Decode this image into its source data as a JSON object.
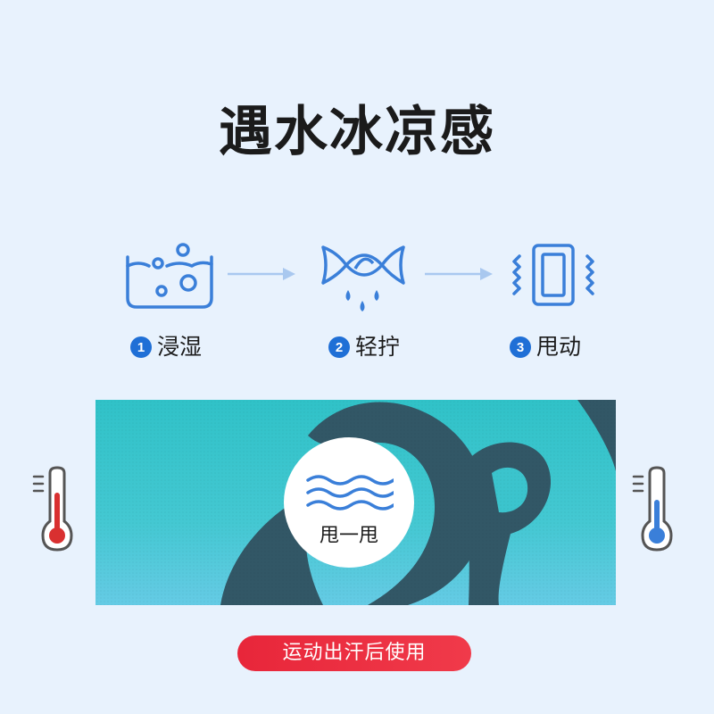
{
  "title": "遇水冰凉感",
  "steps": [
    {
      "num": "1",
      "label": "浸湿",
      "icon": "basin-water-icon"
    },
    {
      "num": "2",
      "label": "轻拧",
      "icon": "wring-towel-icon"
    },
    {
      "num": "3",
      "label": "甩动",
      "icon": "shake-towel-icon"
    }
  ],
  "badge": {
    "label": "甩一甩",
    "icon": "waves-icon"
  },
  "thermometers": {
    "left": "thermometer-hot-icon",
    "right": "thermometer-cold-icon"
  },
  "pill": {
    "label": "运动出汗后使用"
  },
  "colors": {
    "background": "#e8f2fd",
    "accent_blue": "#1f6fd6",
    "icon_blue": "#3a7fd9",
    "towel_teal": "#2fc2c8",
    "towel_pattern": "#2a5060",
    "pill_red": "#ec2f42",
    "hot_red": "#d93030"
  }
}
